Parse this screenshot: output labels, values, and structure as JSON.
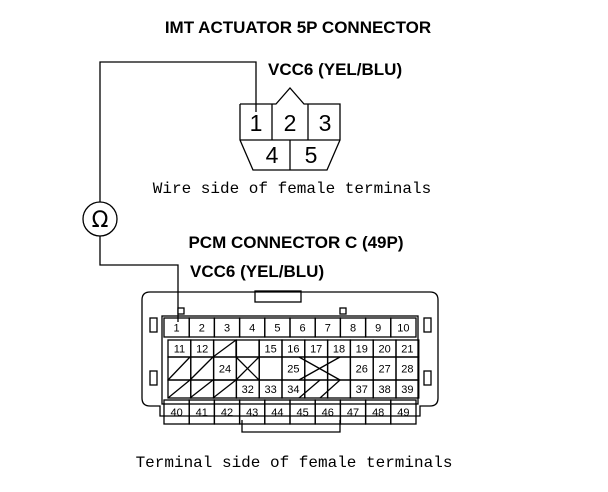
{
  "imt": {
    "title": "IMT ACTUATOR 5P CONNECTOR",
    "wire_label": "VCC6 (YEL/BLU)",
    "terminals": [
      "1",
      "2",
      "3",
      "4",
      "5"
    ],
    "caption": "Wire side of female terminals"
  },
  "meter": {
    "symbol": "Ω"
  },
  "pcm": {
    "title": "PCM CONNECTOR C (49P)",
    "wire_label": "VCC6 (YEL/BLU)",
    "row1": [
      "1",
      "2",
      "3",
      "4",
      "5",
      "6",
      "7",
      "8",
      "9",
      "10"
    ],
    "row2": [
      "11",
      "12",
      "",
      "",
      "15",
      "16",
      "17",
      "18",
      "19",
      "20",
      "21"
    ],
    "row3": [
      "",
      "",
      "24",
      "",
      "",
      "25",
      "",
      "",
      "26",
      "27",
      "28"
    ],
    "row4": [
      "",
      "",
      "",
      "32",
      "33",
      "34",
      "",
      "",
      "37",
      "38",
      "39"
    ],
    "row5": [
      "40",
      "41",
      "42",
      "43",
      "44",
      "45",
      "46",
      "47",
      "48",
      "49"
    ],
    "caption": "Terminal side of female terminals"
  }
}
